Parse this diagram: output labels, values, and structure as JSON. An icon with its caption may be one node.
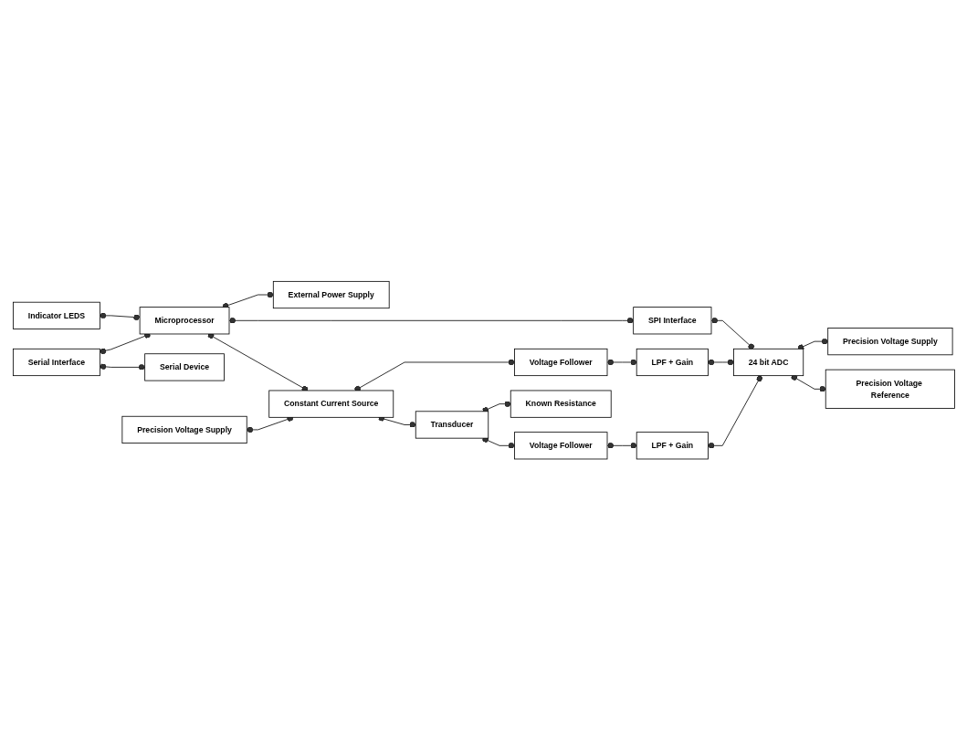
{
  "diagram": {
    "nodes": [
      {
        "text": [
          "Indicator LEDS"
        ]
      },
      {
        "text": [
          "Serial Interface"
        ]
      },
      {
        "text": [
          "Microprocessor"
        ]
      },
      {
        "text": [
          "External Power Supply"
        ]
      },
      {
        "text": [
          "Serial Device"
        ]
      },
      {
        "text": [
          "SPI Interface"
        ]
      },
      {
        "text": [
          "Precision Voltage Supply"
        ]
      },
      {
        "text": [
          "Constant Current Source"
        ]
      },
      {
        "text": [
          "Voltage Follower"
        ]
      },
      {
        "text": [
          "LPF + Gain"
        ]
      },
      {
        "text": [
          "24 bit ADC"
        ]
      },
      {
        "text": [
          "Precision Voltage Supply"
        ]
      },
      {
        "text": [
          "Transducer"
        ]
      },
      {
        "text": [
          "Voltage Follower"
        ]
      },
      {
        "text": [
          "LPF + Gain"
        ]
      },
      {
        "text": [
          "Precision Voltage Reference"
        ]
      },
      {
        "text": [
          "Known Resistance"
        ]
      }
    ],
    "edges": [
      {
        "from": 0,
        "to": 2,
        "arrow": "other"
      },
      {
        "from": 1,
        "to": 2,
        "arrow": "other"
      },
      {
        "from": 1,
        "to": 4,
        "arrow": "other"
      },
      {
        "from": 2,
        "to": 3,
        "arrow": "other"
      },
      {
        "from": 2,
        "to": 5,
        "arrow": "other"
      },
      {
        "from": 5,
        "to": 10,
        "arrow": "other"
      },
      {
        "from": 2,
        "to": 7,
        "arrow": "other"
      },
      {
        "from": 6,
        "to": 7,
        "arrow": "other"
      },
      {
        "from": 7,
        "to": 8,
        "arrow": "other"
      },
      {
        "from": 7,
        "to": 12,
        "arrow": "other"
      },
      {
        "from": 8,
        "to": 9,
        "arrow": "other"
      },
      {
        "from": 9,
        "to": 10,
        "arrow": "other"
      },
      {
        "from": 12,
        "to": 13,
        "arrow": "other"
      },
      {
        "from": 12,
        "to": 16,
        "arrow": "other"
      },
      {
        "from": 13,
        "to": 14,
        "arrow": "other"
      },
      {
        "from": 14,
        "to": 10,
        "arrow": "other"
      },
      {
        "from": 10,
        "to": 11,
        "arrow": "other"
      },
      {
        "from": 10,
        "to": 15,
        "arrow": "other"
      }
    ]
  }
}
